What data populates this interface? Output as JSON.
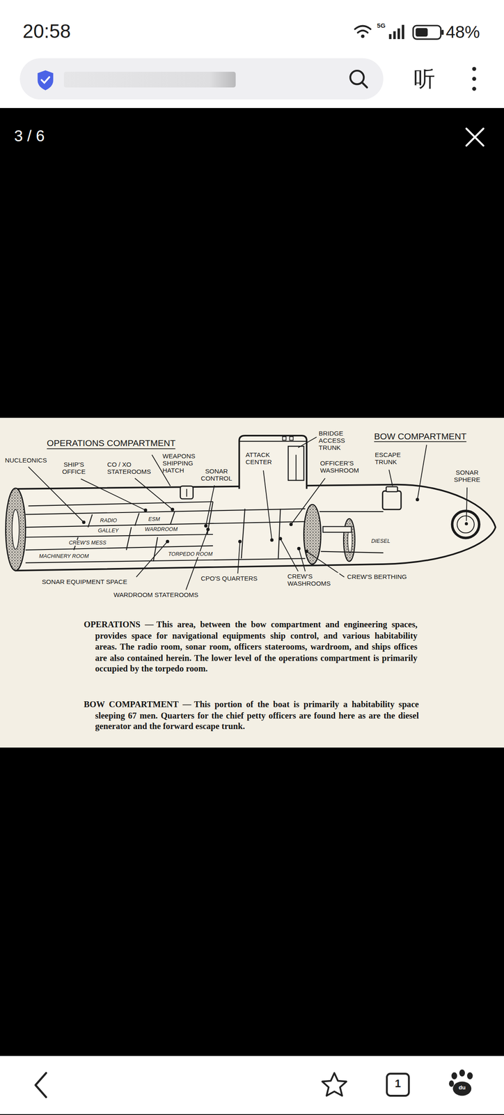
{
  "diagram": {
    "labels": [
      "20:58",
      "5G",
      "48%",
      "听",
      "3 / 6",
      "OPERATIONS COMPARTMENT",
      "NUCLEONICS",
      "SHIP'S OFFICE",
      "CO / XO STATEROOMS",
      "WEAPONS SHIPPING HATCH",
      "SONAR CONTROL",
      "ATTACK CENTER",
      "BRIDGE ACCESS TRUNK",
      "OFFICER'S WASHROOM",
      "BOW COMPARTMENT",
      "ESCAPE TRUNK",
      "SONAR SPHERE",
      "RADIO",
      "ESM",
      "GALLEY",
      "WARDROOM",
      "CREW'S MESS",
      "MACHINERY ROOM",
      "TORPEDO ROOM",
      "DIESEL",
      "SONAR EQUIPMENT SPACE",
      "CPO'S QUARTERS",
      "CREW'S WASHROOMS",
      "CREW'S BERTHING",
      "WARDROOM STATEROOMS",
      "OPERATIONS —",
      "This area, between the bow compartment and engineering spaces, provides space for navigational equipments ship control, and various habitability areas. The radio room, sonar room, officers staterooms, wardroom, and ships offices are also contained herein. The lower level of the operations compartment is primarily occupied by the torpedo room.",
      "BOW COMPARTMENT —",
      "This portion of the boat is primarily a habitability space sleeping 67 men. Quarters for the chief petty officers are found here as are the diesel generator and the forward escape trunk.",
      "1",
      "du"
    ]
  }
}
